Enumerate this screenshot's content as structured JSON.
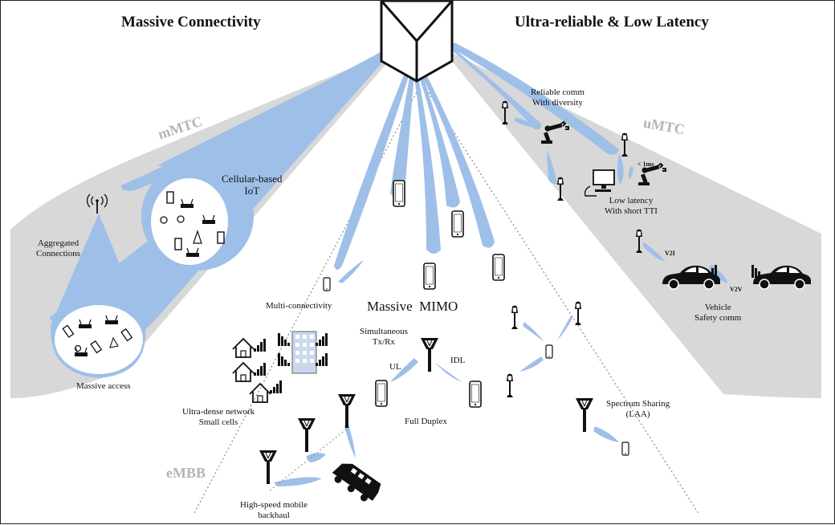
{
  "titles": {
    "left": "Massive Connectivity",
    "right": "Ultra-reliable & Low Latency"
  },
  "modes": {
    "mmtc": "mMTC",
    "umtc": "uMTC",
    "embb": "eMBB"
  },
  "labels": {
    "cellular_iot": "Cellular-based\nIoT",
    "aggregated": "Aggregated\nConnections",
    "massive_access": "Massive access",
    "multi_connectivity": "Multi-connectivity",
    "massive_mimo": "Massive  MIMO",
    "simultaneous": "Simultaneous\nTx/Rx",
    "ul": "UL",
    "idl": "IDL",
    "full_duplex": "Full Duplex",
    "ultra_dense": "Ultra-dense network\nSmall cells",
    "backhaul": "High-speed mobile\nbackhaul",
    "reliable": "Reliable comm\nWith diversity",
    "latency_value": "< 1ms",
    "low_latency": "Low latency\nWith short TTI",
    "v2i": "V2I",
    "v2v": "V2V",
    "vehicle": "Vehicle\nSafety comm",
    "spectrum": "Spectrum Sharing\n(LAA)"
  },
  "colors": {
    "beam": "#8fb3e3",
    "beam_fill": "#9ebfe8",
    "shadow": "#d6d6d6",
    "mode_text": "#b5b5b5",
    "ink": "#111111"
  },
  "icons": [
    "base-station-cube-icon",
    "phone-icon",
    "antenna-icon",
    "street-lamp-icon",
    "robot-arm-icon",
    "car-icon",
    "house-icon",
    "building-icon",
    "signal-bars-icon",
    "train-icon",
    "computer-icon",
    "router-icon",
    "wifi-tower-icon"
  ]
}
